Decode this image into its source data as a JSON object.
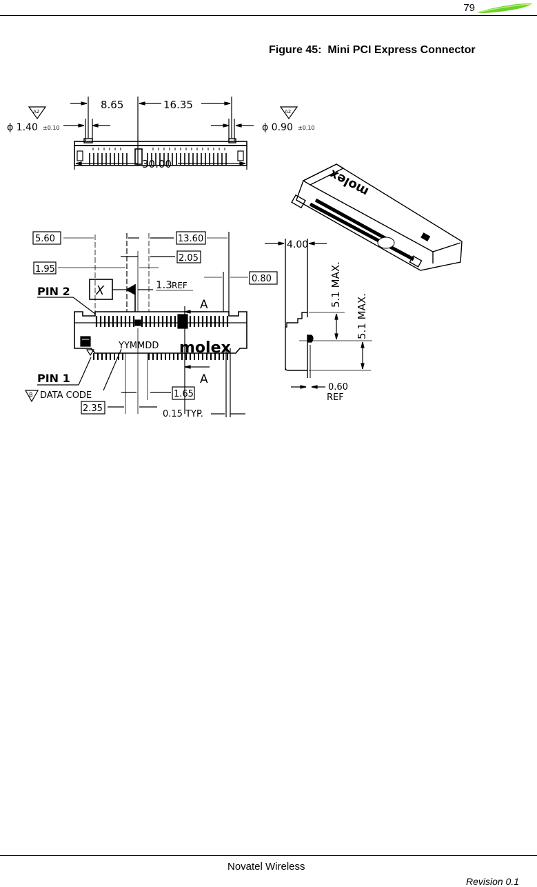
{
  "header": {
    "page_number": "79",
    "logo": "green-swoosh-logo",
    "logo_color": "#66cc22"
  },
  "figure": {
    "caption": "Figure 45:  Mini PCI Express Connector",
    "top_view": {
      "dim_left_pitch": "8.65",
      "dim_right_pitch": "16.35",
      "dim_overall": "30.00",
      "hole_left": "ϕ 1.40",
      "hole_left_tol": "±0.10",
      "hole_right": "ϕ 0.90",
      "hole_right_tol": "±0.10",
      "datum_flag": "A2"
    },
    "front_view": {
      "box_5_60": "5.60",
      "box_13_60": "13.60",
      "box_2_05": "2.05",
      "box_1_95": "1.95",
      "box_0_80": "0.80",
      "datum_x": "X",
      "ref_1_3": "1.3",
      "ref_label": "REF",
      "section_a_top": "A",
      "section_a_bottom": "A",
      "pin2": "PIN  2",
      "pin1": "PIN  1",
      "date_code_marker": "B",
      "date_code_label": "DATA  CODE",
      "yymmdd": "YYMMDD",
      "brand": "molex",
      "box_1_65": "1.65",
      "box_2_35": "2.35",
      "pitch_typ": "0.15 TYP."
    },
    "side_view": {
      "dim_4_00": "4.00",
      "dim_max_1": "5.1 MAX.",
      "dim_max_2": "5.1 MAX.",
      "dim_0_60": "0.60",
      "dim_0_60_ref": "REF"
    },
    "iso_view": {
      "brand": "molex"
    }
  },
  "footer": {
    "company": "Novatel Wireless",
    "revision": "Revision 0.1"
  }
}
